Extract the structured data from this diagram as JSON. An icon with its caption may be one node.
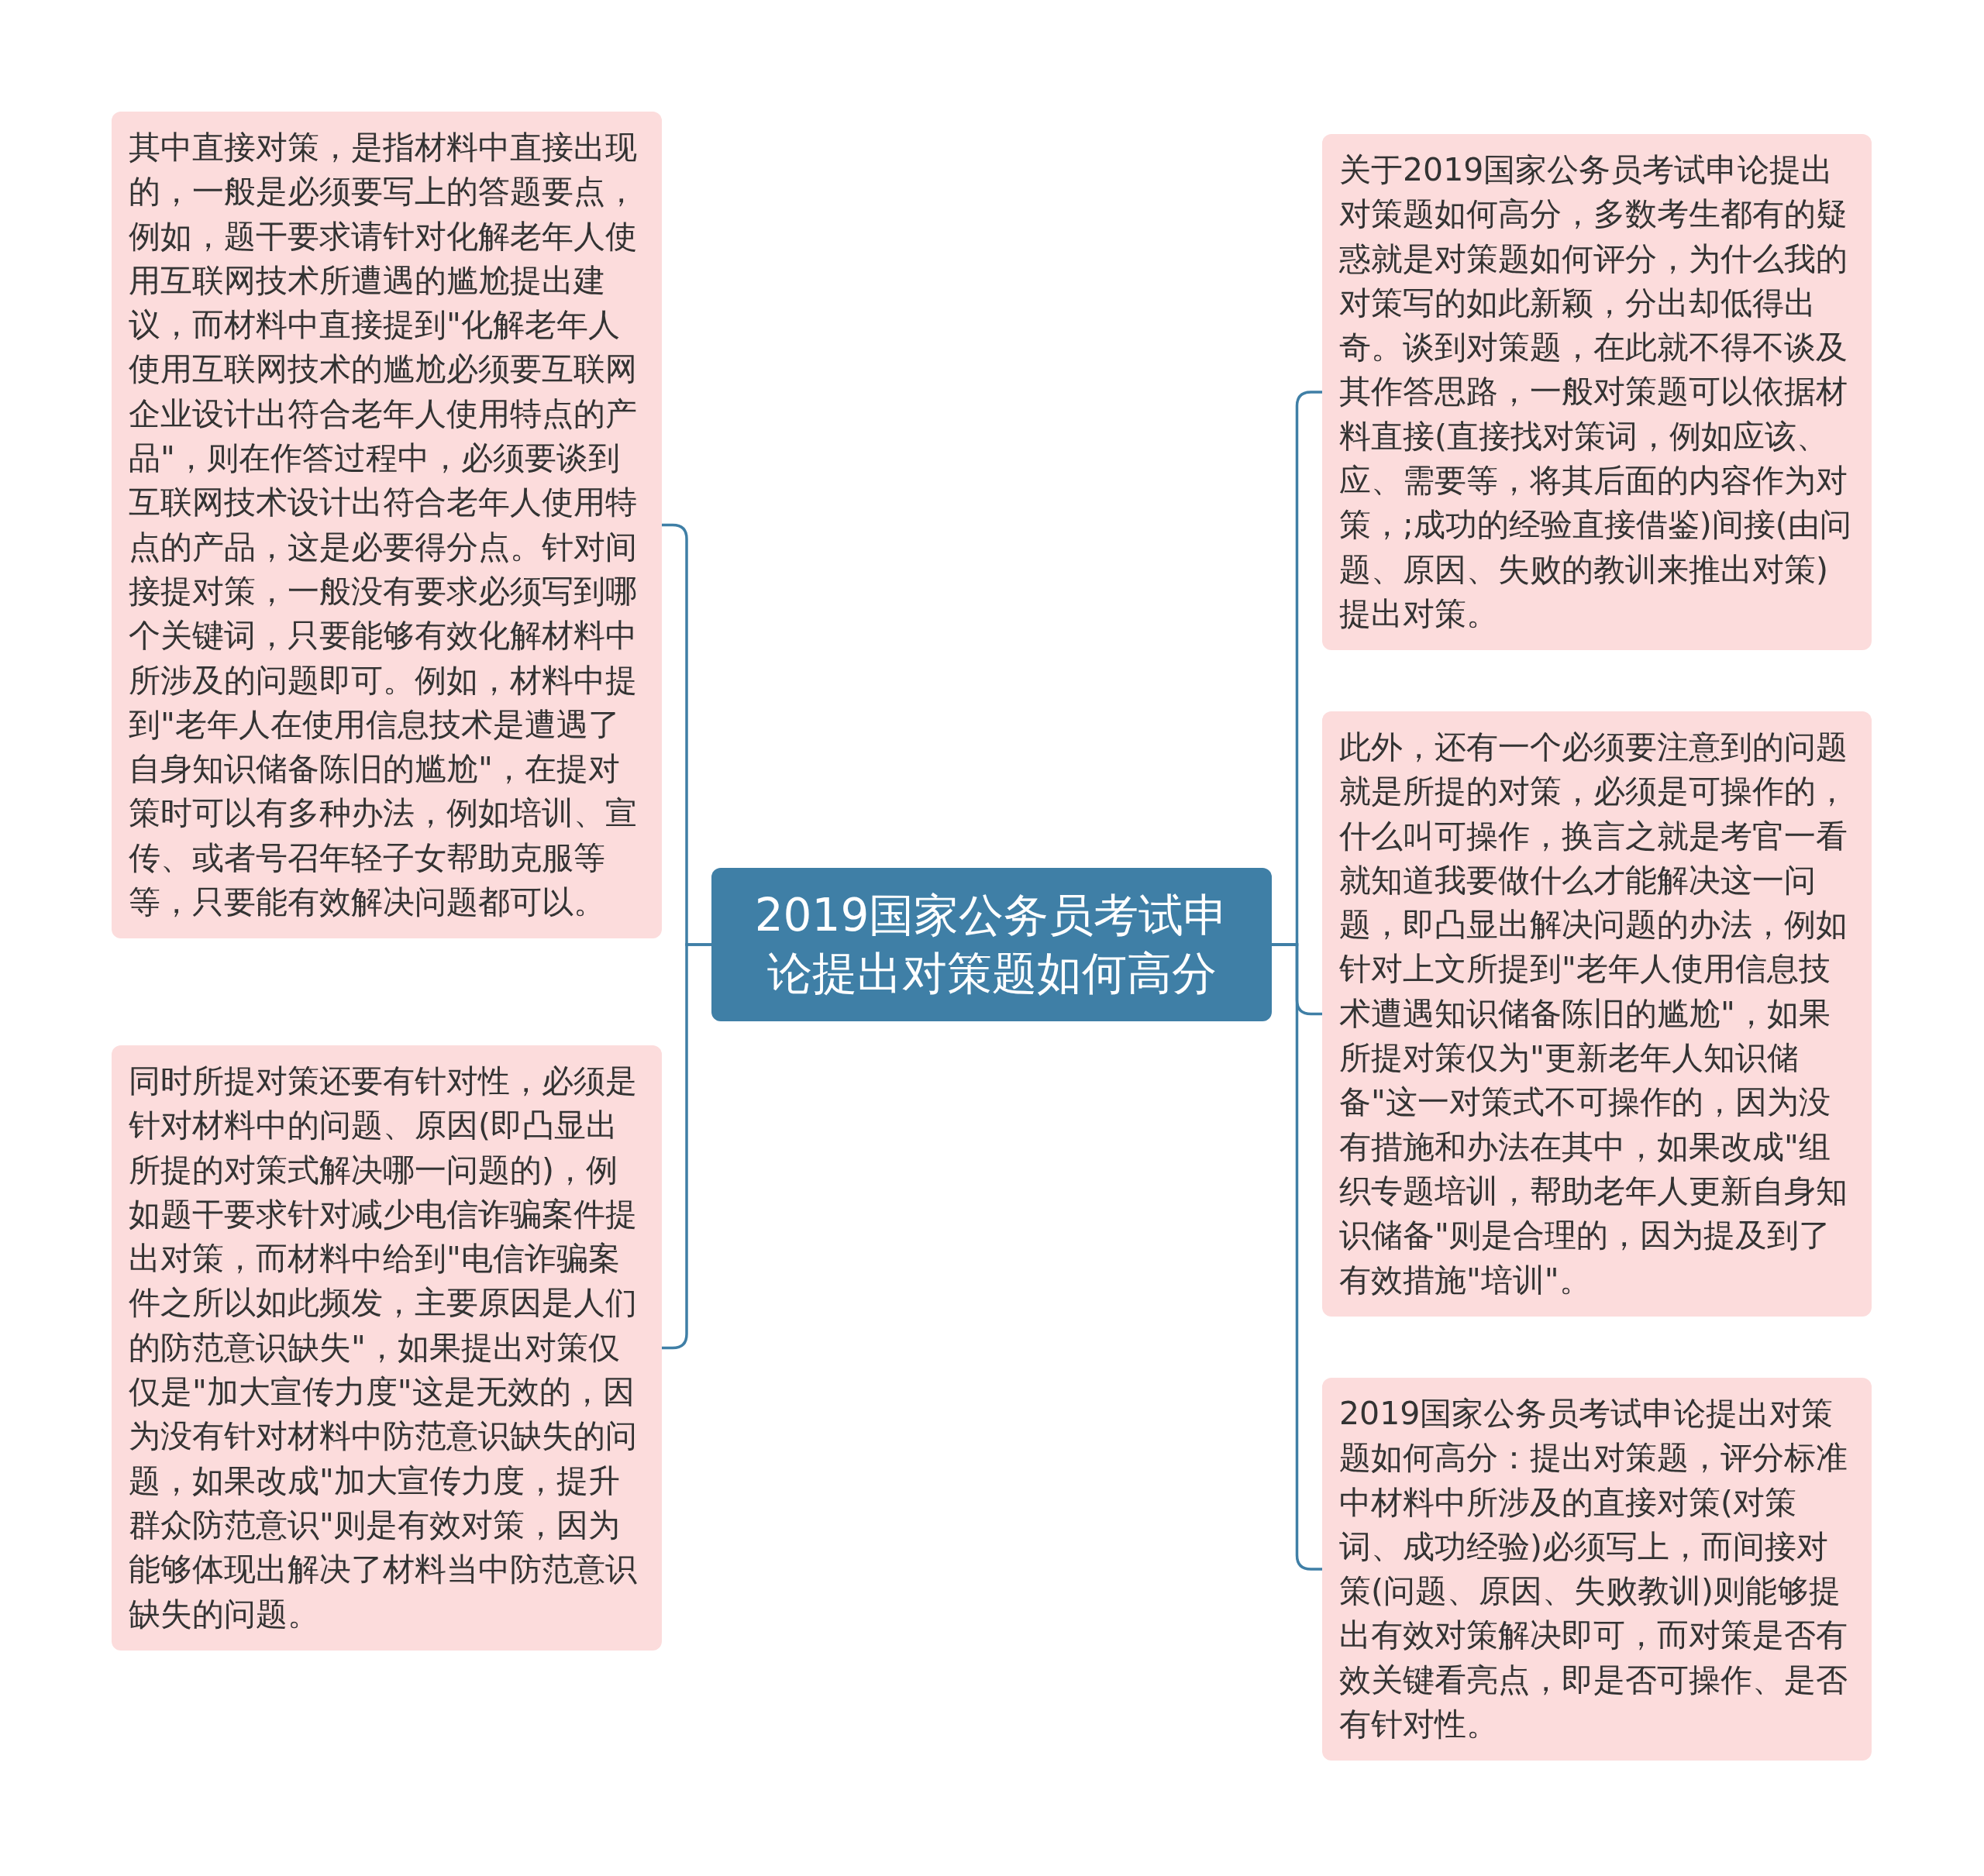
{
  "diagram": {
    "nodes": [
      {
        "text": [
          "2019国家公务员考试申论提出对策题如何高分"
        ]
      },
      {
        "text": [
          "关于2019国家公务员考试申论提出对策题如何高分，多数考生都有的疑惑就是对策题如何评分，为什么我的对策写的如此新颖，分出却低得出奇。谈到对策题，在此就不得不谈及其作答思路，一般对策题可以依据材料直接(直接找对策词，例如应该、应、需要等，将其后面的内容作为对策，;成功的经验直接借鉴)间接(由问题、原因、失败的教训来推出对策)提出对策。"
        ]
      },
      {
        "text": [
          "此外，还有一个必须要注意到的问题就是所提的对策，必须是可操作的，什么叫可操作，换言之就是考官一看就知道我要做什么才能解决这一问题，即凸显出解决问题的办法，例如针对上文所提到\"老年人使用信息技术遭遇知识储备陈旧的尴尬\"，如果所提对策仅为\"更新老年人知识储备\"这一对策式不可操作的，因为没有措施和办法在其中，如果改成\"组织专题培训，帮助老年人更新自身知识储备\"则是合理的，因为提及到了有效措施\"培训\"。"
        ]
      },
      {
        "text": [
          "2019国家公务员考试申论提出对策题如何高分：提出对策题，评分标准中材料中所涉及的直接对策(对策词、成功经验)必须写上，而间接对策(问题、原因、失败教训)则能够提出有效对策解决即可，而对策是否有效关键看亮点，即是否可操作、是否有针对性。"
        ]
      },
      {
        "text": [
          "其中直接对策，是指材料中直接出现的，一般是必须要写上的答题要点，例如，题干要求请针对化解老年人使用互联网技术所遭遇的尴尬提出建议，而材料中直接提到\"化解老年人使用互联网技术的尴尬必须要互联网企业设计出符合老年人使用特点的产品\"，则在作答过程中，必须要谈到互联网技术设计出符合老年人使用特点的产品，这是必要得分点。针对间接提对策，一般没有要求必须写到哪个关键词，只要能够有效化解材料中所涉及的问题即可。例如，材料中提到\"老年人在使用信息技术是遭遇了自身知识储备陈旧的尴尬\"，在提对策时可以有多种办法，例如培训、宣传、或者号召年轻子女帮助克服等等，只要能有效解决问题都可以。"
        ]
      },
      {
        "text": [
          "同时所提对策还要有针对性，必须是针对材料中的问题、原因(即凸显出所提的对策式解决哪一问题的)，例如题干要求针对减少电信诈骗案件提出对策，而材料中给到\"电信诈骗案件之所以如此频发，主要原因是人们的防范意识缺失\"，如果提出对策仅仅是\"加大宣传力度\"这是无效的，因为没有针对材料中防范意识缺失的问题，如果改成\"加大宣传力度，提升群众防范意识\"则是有效对策，因为能够体现出解决了材料当中防范意识缺失的问题。"
        ]
      }
    ],
    "edges": [
      {
        "from": 0,
        "to": 1,
        "arrow": "none"
      },
      {
        "from": 0,
        "to": 2,
        "arrow": "none"
      },
      {
        "from": 0,
        "to": 3,
        "arrow": "none"
      },
      {
        "from": 0,
        "to": 4,
        "arrow": "none"
      },
      {
        "from": 0,
        "to": 5,
        "arrow": "none"
      }
    ]
  }
}
